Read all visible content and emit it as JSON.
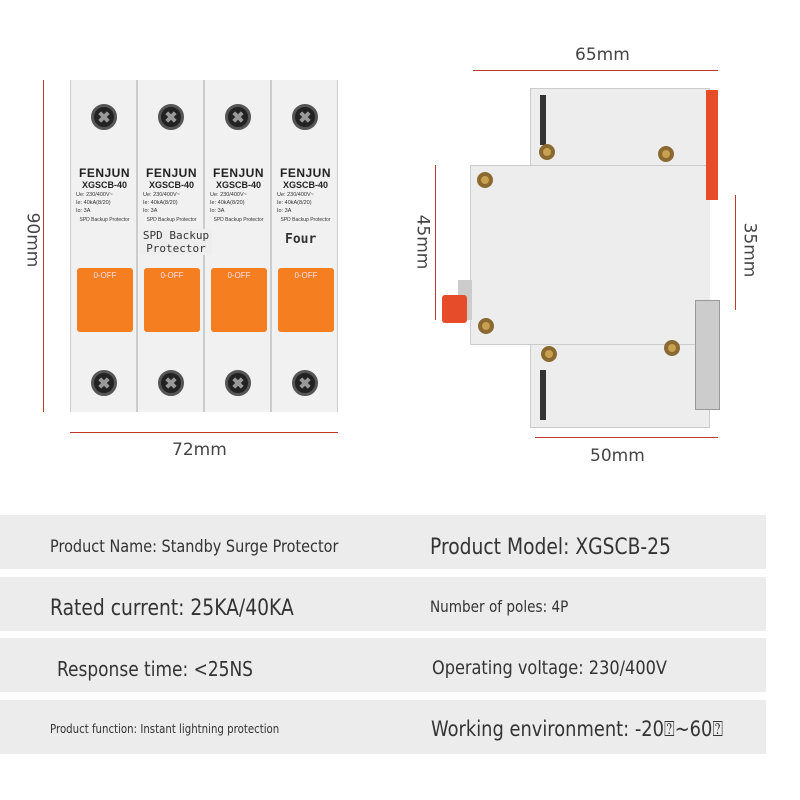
{
  "dimensions": {
    "height_front": "90mm",
    "width_front": "72mm",
    "width_side_top": "65mm",
    "height_side_left": "45mm",
    "height_side_right": "35mm",
    "width_side_bottom": "50mm"
  },
  "breaker": {
    "brand": "FENJUN",
    "model": "XGSCB-40",
    "spec_ue": "Ue: 230/400V~",
    "spec_ie": "Ie: 40kA(8/20)",
    "spec_io": "Io: 3A",
    "spd_label": "SPD Backup Protector",
    "handle_label": "0-OFF",
    "overlay_spd": "SPD Backup Protector",
    "overlay_four": "Four",
    "colors": {
      "handle": "#f57f20",
      "body": "#f1f1f1"
    }
  },
  "specs": [
    {
      "left": "Product Name: Standby Surge Protector",
      "right": "Product Model: XGSCB-25"
    },
    {
      "left": "Rated current: 25KA/40KA",
      "right": "Number of poles: 4P"
    },
    {
      "left": "Response time: <25NS",
      "right": "Operating voltage: 230/400V"
    },
    {
      "left": "Product function: Instant lightning protection",
      "right": "Working environment: -20⍰~60⍰"
    }
  ]
}
